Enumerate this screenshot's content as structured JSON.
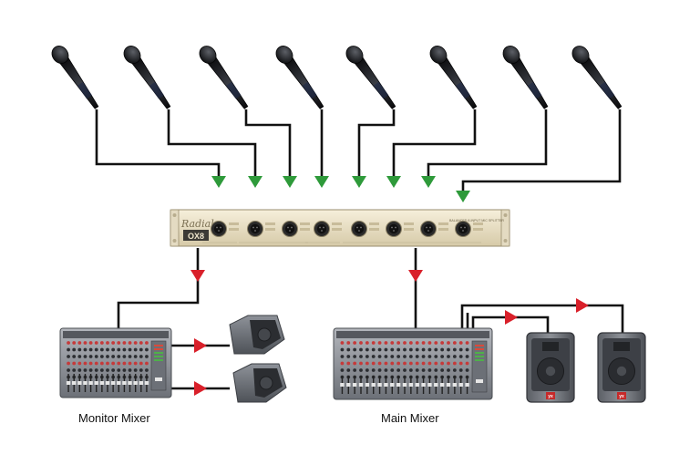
{
  "splitter": {
    "brand": "Radial",
    "model": "OX8",
    "side_text": "BALANCED 8-INPUT MIC SPLITTER",
    "channels": 8
  },
  "captions": {
    "monitor_mixer": "Monitor Mixer",
    "main_mixer": "Main Mixer"
  },
  "speaker_badge": "yx",
  "colors": {
    "input_arrow": "#2e9a3a",
    "output_arrow": "#d9202a",
    "cable": "#111111",
    "splitter_face": "#ece3cb",
    "mixer_body": "#8a8d93",
    "speaker_body": "#6f7278"
  }
}
